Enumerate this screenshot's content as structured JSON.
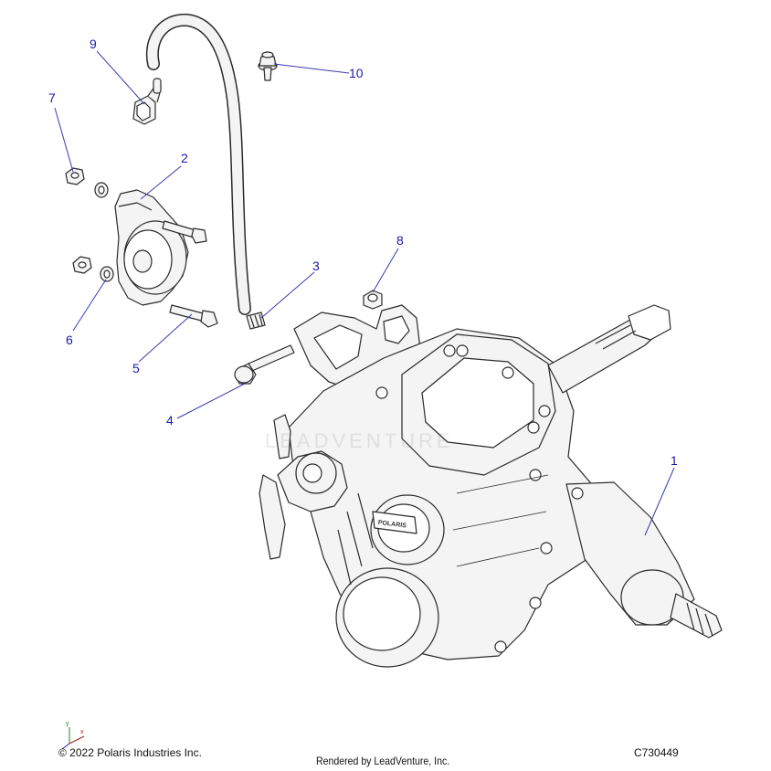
{
  "callouts": [
    {
      "id": "1",
      "label": "1"
    },
    {
      "id": "2",
      "label": "2"
    },
    {
      "id": "3",
      "label": "3"
    },
    {
      "id": "4",
      "label": "4"
    },
    {
      "id": "5",
      "label": "5"
    },
    {
      "id": "6",
      "label": "6"
    },
    {
      "id": "7",
      "label": "7"
    },
    {
      "id": "8",
      "label": "8"
    },
    {
      "id": "9",
      "label": "9"
    },
    {
      "id": "10",
      "label": "10"
    }
  ],
  "footer": {
    "copyright": "© 2022 Polaris Industries Inc.",
    "rendered_by": "Rendered by LeadVenture, Inc.",
    "diagram_id": "C730449"
  },
  "axis_icon": {
    "x_label": "x",
    "y_label": "y"
  },
  "logo_text": "POLARIS",
  "watermark": "LEADVENTURE",
  "colors": {
    "callout": "#1a1aa8",
    "line": "#2a2a2a",
    "fill": "#f4f4f4"
  }
}
